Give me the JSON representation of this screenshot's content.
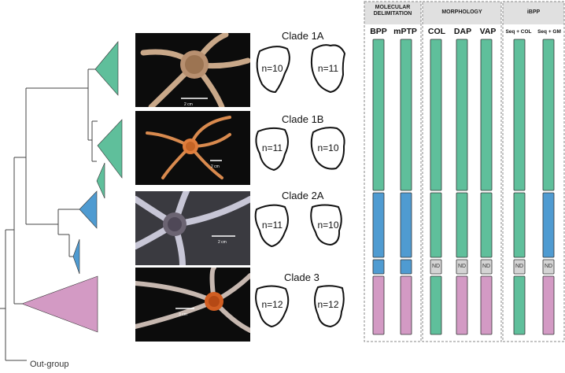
{
  "colors": {
    "green": "#5fbf9b",
    "blue": "#4f9bd1",
    "pink": "#d39ac4",
    "nd_gray": "#d4d4d4",
    "header_gray": "#e0e0e0"
  },
  "tree": {
    "outgroup_label": "Out-group"
  },
  "clades": [
    {
      "label": "Clade 1A",
      "n_left": "n=10",
      "n_right": "n=11",
      "scale": "2 cm"
    },
    {
      "label": "Clade 1B",
      "n_left": "n=11",
      "n_right": "n=10",
      "scale": "2 cm"
    },
    {
      "label": "Clade 2A",
      "n_left": "n=11",
      "n_right": "n=10",
      "scale": "2 cm"
    },
    {
      "label": "Clade 3",
      "n_left": "n=12",
      "n_right": "n=12",
      "scale": "3 cm"
    }
  ],
  "panel": {
    "groups": [
      {
        "title_line1": "MOLECULAR",
        "title_line2": "DELIMITATION"
      },
      {
        "title_line1": "MORPHOLOGY",
        "title_line2": ""
      },
      {
        "title_line1": "iBPP",
        "title_line2": ""
      }
    ],
    "columns": [
      {
        "name": "BPP",
        "segments": [
          "green",
          "blue",
          "blue",
          "pink"
        ]
      },
      {
        "name": "mPTP",
        "segments": [
          "green",
          "blue",
          "blue",
          "pink"
        ]
      },
      {
        "name": "COL",
        "segments": [
          "green",
          "green",
          "ND",
          "green"
        ]
      },
      {
        "name": "DAP",
        "segments": [
          "green",
          "green",
          "ND",
          "pink"
        ]
      },
      {
        "name": "VAP",
        "segments": [
          "green",
          "green",
          "ND",
          "pink"
        ]
      },
      {
        "name": "Seq + COL",
        "segments": [
          "green",
          "green",
          "ND",
          "green"
        ]
      },
      {
        "name": "Seq + GM",
        "segments": [
          "green",
          "blue",
          "ND",
          "pink"
        ]
      }
    ],
    "nd_label": "ND"
  }
}
